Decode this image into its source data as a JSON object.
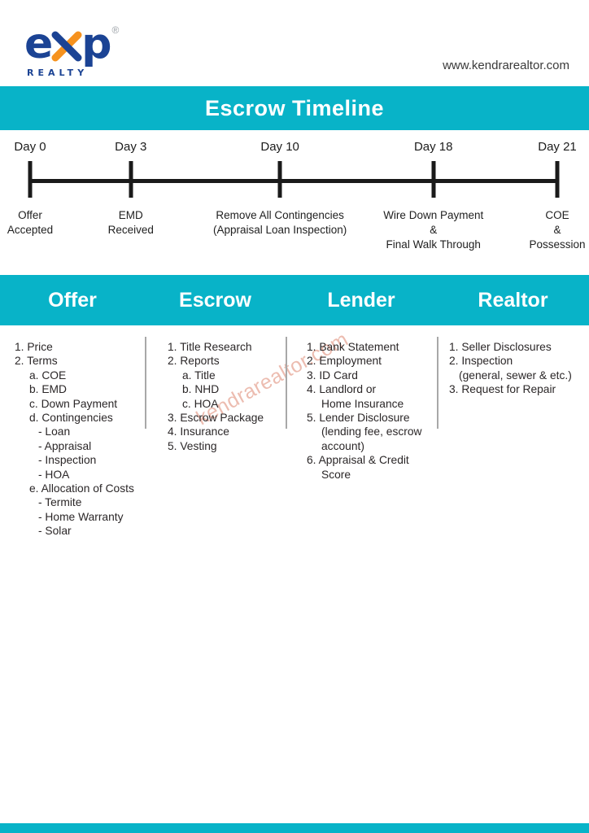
{
  "colors": {
    "teal": "#08b3c8",
    "navy": "#1b4394",
    "orange": "#f6921e",
    "text": "#2b2728",
    "watermark_pink": "#e5a18f",
    "timeline_black": "#1a1a1a"
  },
  "header": {
    "logo_text": "exp",
    "logo_e": "e",
    "logo_p": "p",
    "registered_mark": "®",
    "logo_sub": "REALTY",
    "website": "www.kendrarealtor.com"
  },
  "banner": {
    "title": "Escrow Timeline"
  },
  "timeline": {
    "milestones": [
      {
        "day": "Day 0",
        "caption": "Offer\nAccepted",
        "pos_pct": 0
      },
      {
        "day": "Day 3",
        "caption": "EMD\nReceived",
        "pos_pct": 19.1
      },
      {
        "day": "Day 10",
        "caption": "Remove All Contingencies\n(Appraisal Loan Inspection)",
        "pos_pct": 47.4
      },
      {
        "day": "Day 18",
        "caption": "Wire Down Payment\n&\nFinal Walk Through",
        "pos_pct": 76.5
      },
      {
        "day": "Day 21",
        "caption": "COE\n&\nPossession",
        "pos_pct": 100
      }
    ]
  },
  "watermark": "kendrarealtor.com",
  "sections": {
    "columns": [
      {
        "header": "Offer",
        "lines": [
          {
            "t": "1. Price",
            "ind": 0
          },
          {
            "t": "2. Terms",
            "ind": 0
          },
          {
            "t": "a. COE",
            "ind": 1
          },
          {
            "t": "b. EMD",
            "ind": 1
          },
          {
            "t": "c. Down Payment",
            "ind": 1
          },
          {
            "t": "d. Contingencies",
            "ind": 1
          },
          {
            "t": "- Loan",
            "ind": 2
          },
          {
            "t": "- Appraisal",
            "ind": 2
          },
          {
            "t": "- Inspection",
            "ind": 2
          },
          {
            "t": "- HOA",
            "ind": 2
          },
          {
            "t": "e. Allocation of Costs",
            "ind": 1
          },
          {
            "t": "- Termite",
            "ind": 2
          },
          {
            "t": "- Home Warranty",
            "ind": 2
          },
          {
            "t": "- Solar",
            "ind": 2
          }
        ]
      },
      {
        "header": "Escrow",
        "lines": [
          {
            "t": "1. Title Research",
            "ind": 0
          },
          {
            "t": "2. Reports",
            "ind": 0
          },
          {
            "t": "a. Title",
            "ind": 1
          },
          {
            "t": "b. NHD",
            "ind": 1
          },
          {
            "t": "c. HOA",
            "ind": 1
          },
          {
            "t": "3. Escrow Package",
            "ind": 0
          },
          {
            "t": "4. Insurance",
            "ind": 0
          },
          {
            "t": "5. Vesting",
            "ind": 0
          }
        ]
      },
      {
        "header": "Lender",
        "lines": [
          {
            "t": "1. Bank Statement",
            "ind": 0
          },
          {
            "t": "2. Employment",
            "ind": 0
          },
          {
            "t": "3. ID Card",
            "ind": 0
          },
          {
            "t": "4. Landlord or",
            "ind": 0
          },
          {
            "t": "Home Insurance",
            "ind": 1
          },
          {
            "t": "5. Lender Disclosure",
            "ind": 0
          },
          {
            "t": "(lending fee, escrow",
            "ind": 1
          },
          {
            "t": "account)",
            "ind": 1
          },
          {
            "t": "6. Appraisal & Credit",
            "ind": 0
          },
          {
            "t": "Score",
            "ind": 1
          }
        ]
      },
      {
        "header": "Realtor",
        "lines": [
          {
            "t": "1. Seller Disclosures",
            "ind": 0
          },
          {
            "t": "2. Inspection",
            "ind": 0
          },
          {
            "t": "(general, sewer & etc.)",
            "ind": 3
          },
          {
            "t": "3. Request for Repair",
            "ind": 0
          }
        ]
      }
    ]
  }
}
